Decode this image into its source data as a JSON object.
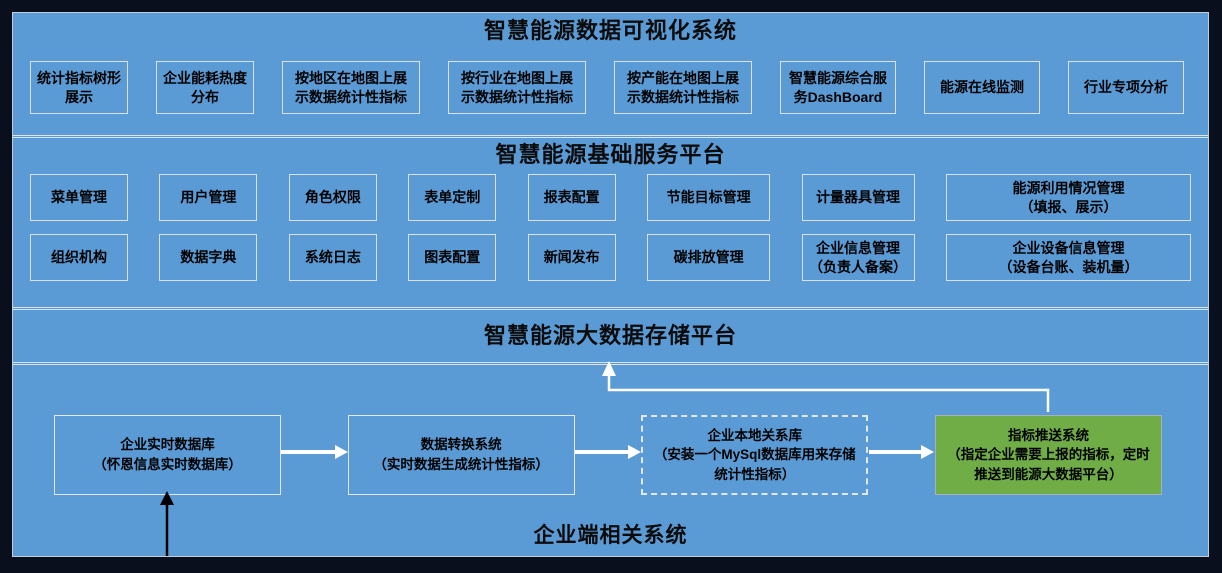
{
  "colors": {
    "panel_blue": "#5b9bd5",
    "page_background": "#0a0f1e",
    "box_border": "#dbe1ea",
    "green_box_fill": "#70ad47",
    "text": "#000000",
    "flow_arrow": "#ffffff",
    "source_arrow": "#000000"
  },
  "sections": {
    "visualization": {
      "title": "智慧能源数据可视化系统",
      "boxes": [
        "统计指标树形\n展示",
        "企业能耗热度\n分布",
        "按地区在地图上展\n示数据统计性指标",
        "按行业在地图上展\n示数据统计性指标",
        "按产能在地图上展\n示数据统计性指标",
        "智慧能源综合服\n务DashBoard",
        "能源在线监测",
        "行业专项分析"
      ]
    },
    "platform": {
      "title": "智慧能源基础服务平台",
      "row1": [
        "菜单管理",
        "用户管理",
        "角色权限",
        "表单定制",
        "报表配置",
        "节能目标管理",
        "计量器具管理",
        "能源利用情况管理\n（填报、展示）"
      ],
      "row2": [
        "组织机构",
        "数据字典",
        "系统日志",
        "图表配置",
        "新闻发布",
        "碳排放管理",
        "企业信息管理\n（负责人备案）",
        "企业设备信息管理\n（设备台账、装机量）"
      ]
    },
    "storage": {
      "title": "智慧能源大数据存储平台"
    },
    "enterprise": {
      "title": "企业端相关系统",
      "flow": [
        "企业实时数据库\n（怀恩信息实时数据库）",
        "数据转换系统\n（实时数据生成统计性指标）",
        "企业本地关系库\n（安装一个MySql数据库用来存储\n统计性指标）",
        "指标推送系统\n（指定企业需要上报的指标，定时\n推送到能源大数据平台）"
      ]
    }
  }
}
